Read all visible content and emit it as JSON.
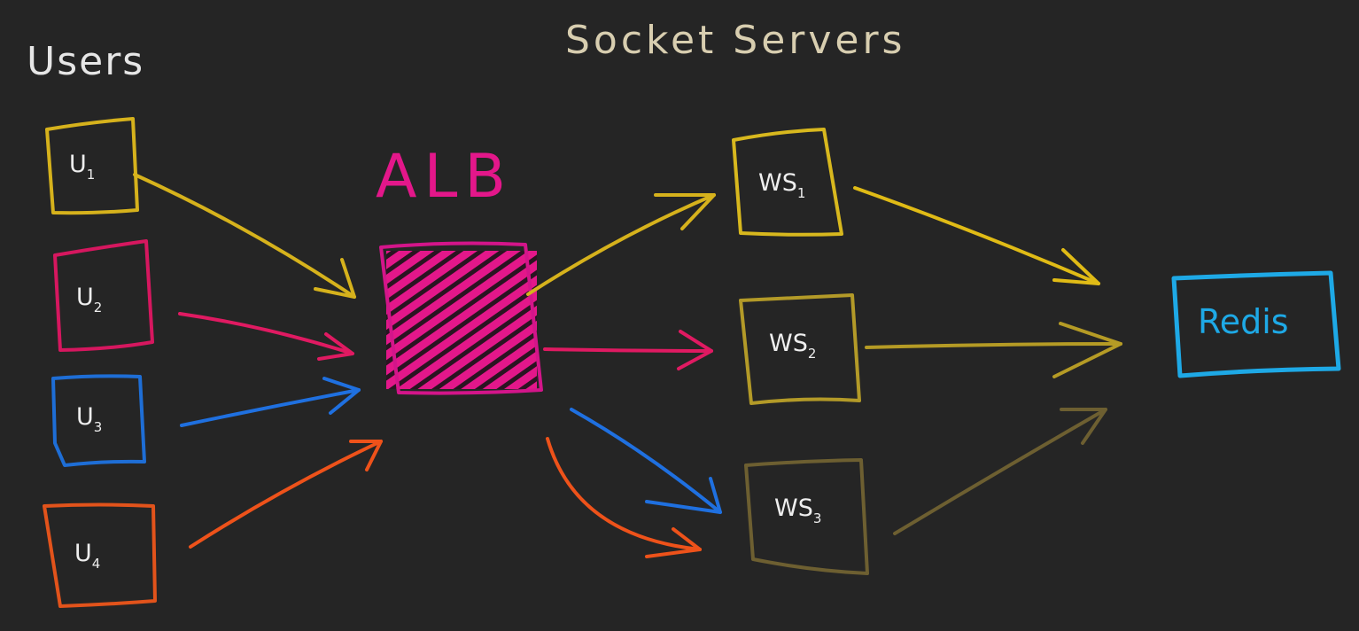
{
  "titles": {
    "users": "Users",
    "servers": "Socket Servers"
  },
  "balancer": {
    "label": "ALB",
    "color": "#e3178a"
  },
  "store": {
    "label": "Redis",
    "color": "#1ea9e6"
  },
  "users": [
    {
      "id": "u1",
      "label": "U",
      "sub": "1",
      "color": "#d6b21c"
    },
    {
      "id": "u2",
      "label": "U",
      "sub": "2",
      "color": "#d6175f"
    },
    {
      "id": "u3",
      "label": "U",
      "sub": "3",
      "color": "#1e6ed6"
    },
    {
      "id": "u4",
      "label": "U",
      "sub": "4",
      "color": "#e2531b"
    }
  ],
  "servers": [
    {
      "id": "ws1",
      "label": "WS",
      "sub": "1",
      "color": "#d8b81e"
    },
    {
      "id": "ws2",
      "label": "WS",
      "sub": "2",
      "color": "#b39a28"
    },
    {
      "id": "ws3",
      "label": "WS",
      "sub": "3",
      "color": "#6d5f31"
    }
  ],
  "connections": [
    {
      "from": "u1",
      "to": "alb",
      "color": "#d6b21c"
    },
    {
      "from": "u2",
      "to": "alb",
      "color": "#e01a62"
    },
    {
      "from": "u3",
      "to": "alb",
      "color": "#1f70e0"
    },
    {
      "from": "u4",
      "to": "alb",
      "color": "#ee521a"
    },
    {
      "from": "alb",
      "to": "ws1",
      "color": "#d6b21c"
    },
    {
      "from": "alb",
      "to": "ws2",
      "color": "#e01a62"
    },
    {
      "from": "alb",
      "to": "ws3",
      "color": "#1f70e0"
    },
    {
      "from": "alb",
      "to": "ws3",
      "color": "#ee521a"
    },
    {
      "from": "ws1",
      "to": "redis",
      "color": "#e0bb16"
    },
    {
      "from": "ws2",
      "to": "redis",
      "color": "#b59b25"
    },
    {
      "from": "ws3",
      "to": "redis",
      "color": "#6d5f31"
    }
  ]
}
